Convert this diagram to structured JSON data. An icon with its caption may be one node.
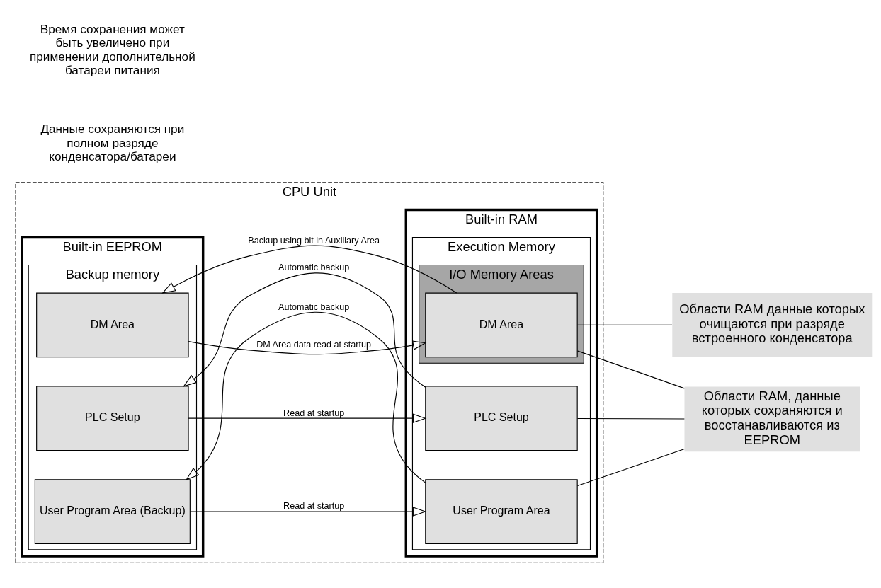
{
  "diagram": {
    "nodes": [
      {
        "text": [
          "CPU Unit"
        ]
      },
      {
        "text": [
          "Built-in EEPROM"
        ],
        "in": 0
      },
      {
        "text": [
          "Backup memory"
        ],
        "in": 1
      },
      {
        "text": [
          "User Program Area (Backup)"
        ],
        "in": 2
      },
      {
        "text": [
          "PLC Setup"
        ],
        "in": 2
      },
      {
        "text": [
          "DM Area"
        ],
        "in": 2
      },
      {
        "text": [
          "Built-in RAM"
        ],
        "in": 0
      },
      {
        "text": [
          "Execution Memory"
        ],
        "in": 6
      },
      {
        "text": [
          "User Program Area"
        ],
        "in": 7
      },
      {
        "text": [
          "PLC Setup"
        ],
        "in": 7
      },
      {
        "text": [
          "I/O Memory Areas"
        ],
        "in": 7
      },
      {
        "text": [
          "DM Area"
        ],
        "in": 10
      },
      {
        "text": [
          "Области RAM, данные которых сохраняются и восстанавливаются из EEPROM"
        ]
      },
      {
        "text": [
          "Области RAM данные которых очищаются при разряде встроенного конденсатора"
        ]
      }
    ],
    "edges": [
      {
        "from": 8,
        "to": 3,
        "arrow": "to",
        "label": "Automatic backup"
      },
      {
        "from": 3,
        "to": 8,
        "arrow": "to",
        "label": "Read at startup"
      },
      {
        "from": 9,
        "to": 4,
        "arrow": "to",
        "label": "Automatic backup"
      },
      {
        "from": 4,
        "to": 9,
        "arrow": "to",
        "label": "Read at startup"
      },
      {
        "from": 11,
        "to": 5,
        "arrow": "to",
        "label": "Backup using bit in Auxiliary Area"
      },
      {
        "from": 5,
        "to": 11,
        "arrow": "to",
        "label": "DM Area data read at startup"
      },
      {
        "from": 12,
        "to": 8,
        "arrow": "none"
      },
      {
        "from": 12,
        "to": 9,
        "arrow": "none"
      },
      {
        "from": 12,
        "to": 11,
        "arrow": "none"
      },
      {
        "from": 13,
        "to": 10,
        "arrow": "none"
      }
    ],
    "labels": [
      "Данные сохраняются при полном разряде конденсатора/батареи",
      "Время сохранения может быть увеличено при применении дополнительной батареи питания"
    ]
  }
}
